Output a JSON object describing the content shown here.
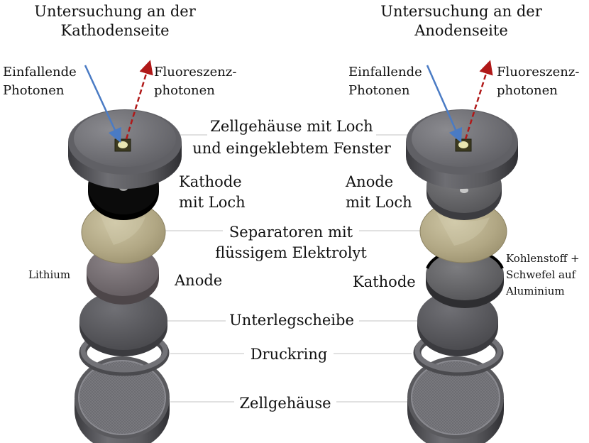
{
  "left": {
    "title_line1": "Untersuchung an der",
    "title_line2": "Kathodenseite",
    "incident_line1": "Einfallende",
    "incident_line2": "Photonen",
    "fluor_line1": "Fluoreszenz-",
    "fluor_line2": "photonen",
    "electrode_line1": "Kathode",
    "electrode_line2": "mit Loch",
    "side_note": "Lithium",
    "counter_electrode": "Anode"
  },
  "right": {
    "title_line1": "Untersuchung an der",
    "title_line2": "Anodenseite",
    "incident_line1": "Einfallende",
    "incident_line2": "Photonen",
    "fluor_line1": "Fluoreszenz-",
    "fluor_line2": "photonen",
    "electrode_line1": "Anode",
    "electrode_line2": "mit Loch",
    "counter_electrode": "Kathode",
    "side_note_line1": "Kohlenstoff +",
    "side_note_line2": "Schwefel auf",
    "side_note_line3": "Aluminium"
  },
  "center": {
    "housing_window_line1": "Zellgehäuse mit Loch",
    "housing_window_line2": "und eingeklebtem Fenster",
    "separator_line1": "Separatoren mit",
    "separator_line2": "flüssigem Elektrolyt",
    "washer": "Unterlegscheibe",
    "pressure_ring": "Druckring",
    "housing": "Zellgehäuse"
  },
  "colors": {
    "incident_arrow": "#4a7bc4",
    "fluorescence_arrow": "#b01818",
    "housing": "#6c6c70",
    "electrode_black": "#0a0a0a",
    "separator": "#b3a984",
    "lithium": "#7b7478",
    "washer": "#5c5c60",
    "leader_line": "#c8c8c8"
  }
}
